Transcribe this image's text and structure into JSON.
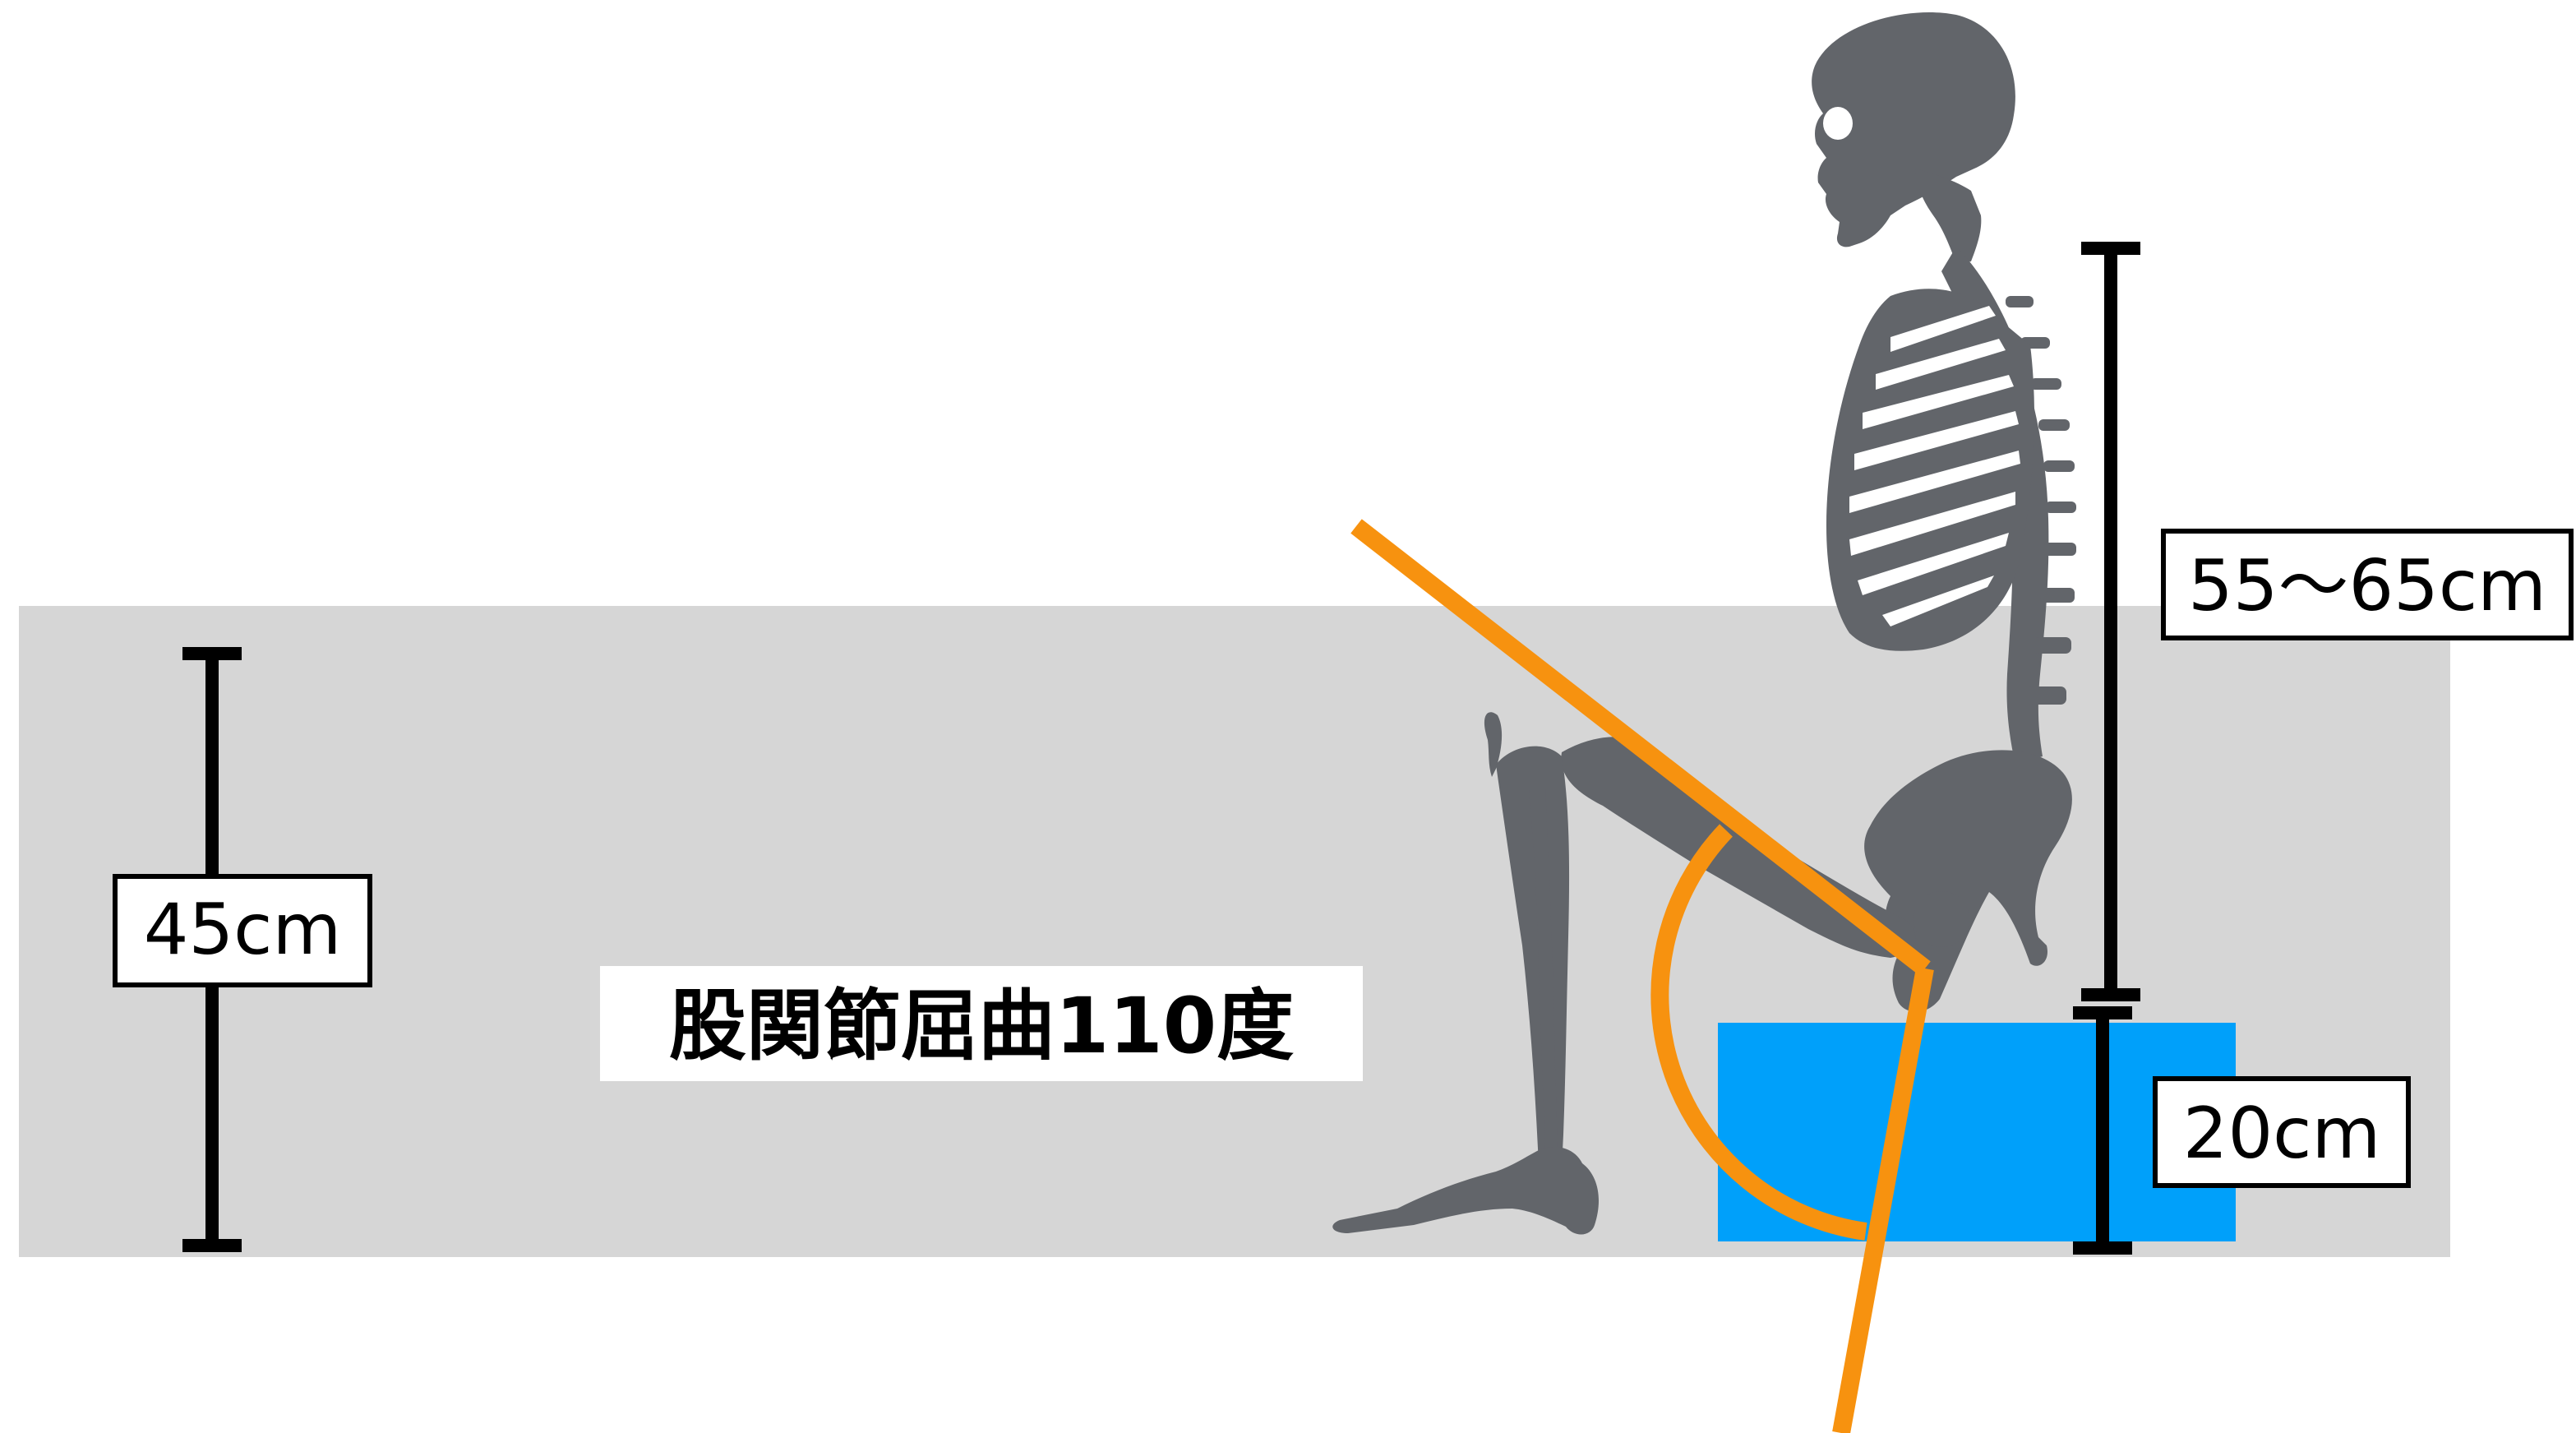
{
  "labels": {
    "table_height": "45cm",
    "stool_height": "20cm",
    "trunk_height": "55〜65cm",
    "hip_angle": "股関節屈曲110度"
  },
  "colors": {
    "background": "#ffffff",
    "table": "#d6d6d6",
    "stool": "#00a0fa",
    "angle_lines": "#f7920f",
    "skeleton": "#62656a",
    "measure": "#000000"
  },
  "measurements": [
    {
      "label": "45cm",
      "value": 45,
      "unit": "cm"
    },
    {
      "label": "20cm",
      "value": 20,
      "unit": "cm"
    },
    {
      "label": "55〜65cm",
      "min": 55,
      "max": 65,
      "unit": "cm"
    }
  ],
  "hip_flexion_degrees": 110
}
